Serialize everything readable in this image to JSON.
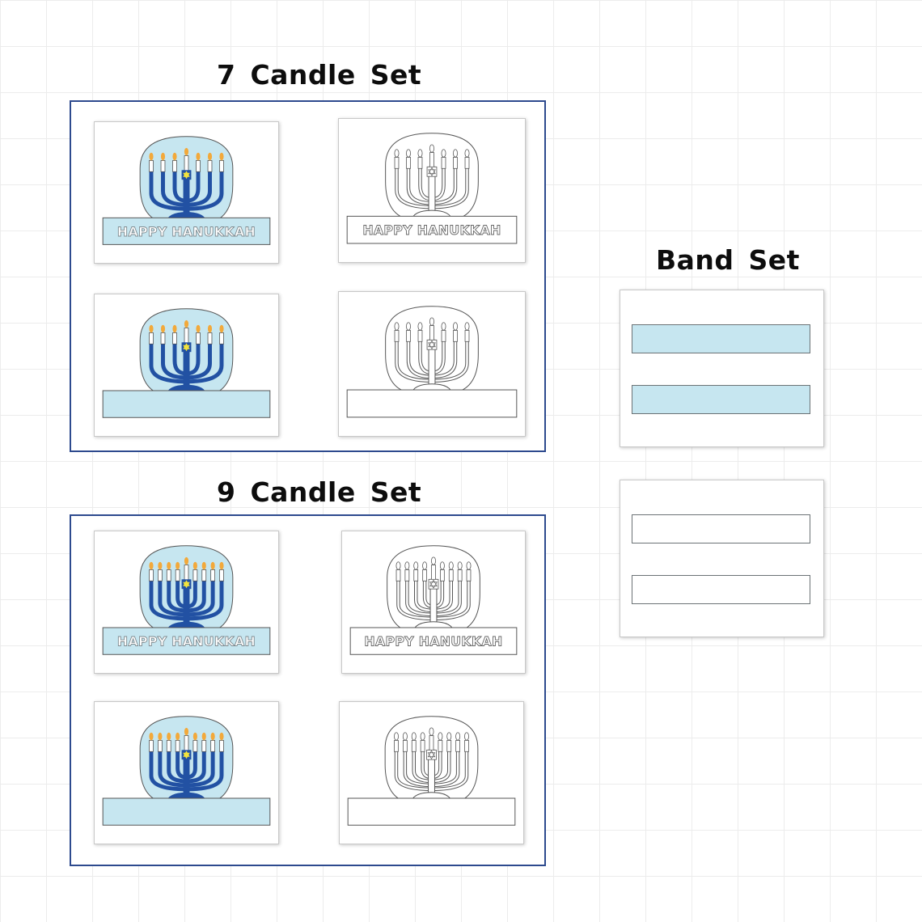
{
  "sets": {
    "seven": {
      "title": "7 Candle  Set",
      "candles": 7
    },
    "nine": {
      "title": "9 Candle  Set",
      "candles": 9
    }
  },
  "band_set": {
    "title": "Band  Set"
  },
  "card_text": "HAPPY HANUKKAH",
  "colors": {
    "frame": "#2d4a8e",
    "menorah": "#2251a3",
    "light_blue": "#c6e6f0",
    "flame": "#f2a93b",
    "star": "#f3e33c",
    "outline": "#555555"
  }
}
